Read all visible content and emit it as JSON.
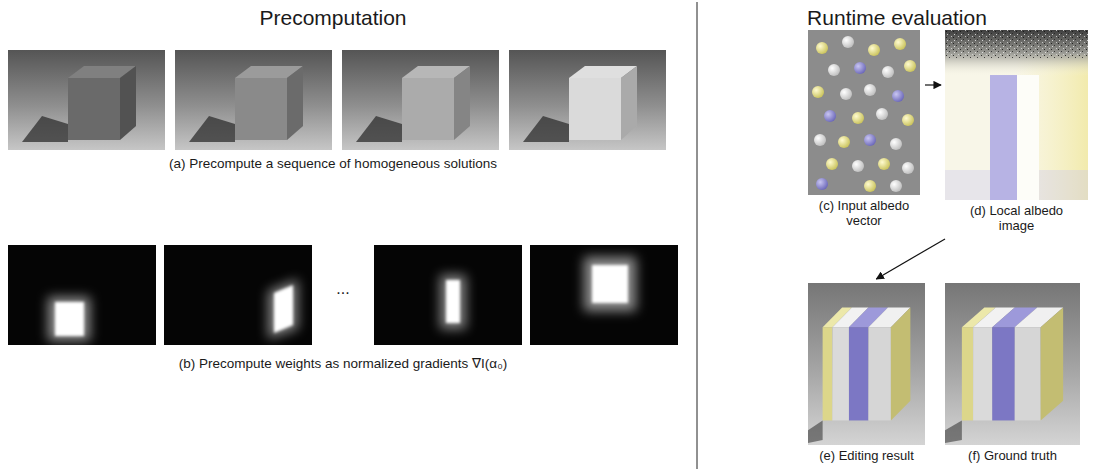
{
  "diagram": {
    "nodes": [
      {
        "text": [
          "(c) Input albedo vector"
        ]
      },
      {
        "text": [
          "(d) Local albedo image"
        ]
      },
      {
        "text": [
          "(e) Editing result"
        ]
      },
      {
        "text": [
          "(f) Ground truth"
        ]
      }
    ],
    "edges": [
      {
        "from": 0,
        "to": 1,
        "arrow": "to"
      },
      {
        "from": 1,
        "to": 2,
        "arrow": "to"
      }
    ],
    "labels": [
      "Precomputation",
      "(a) Precompute a sequence of homogeneous solutions",
      "...",
      "(b) Precompute weights as normalized gradients ∇I(α₀)",
      "Runtime evaluation"
    ]
  }
}
